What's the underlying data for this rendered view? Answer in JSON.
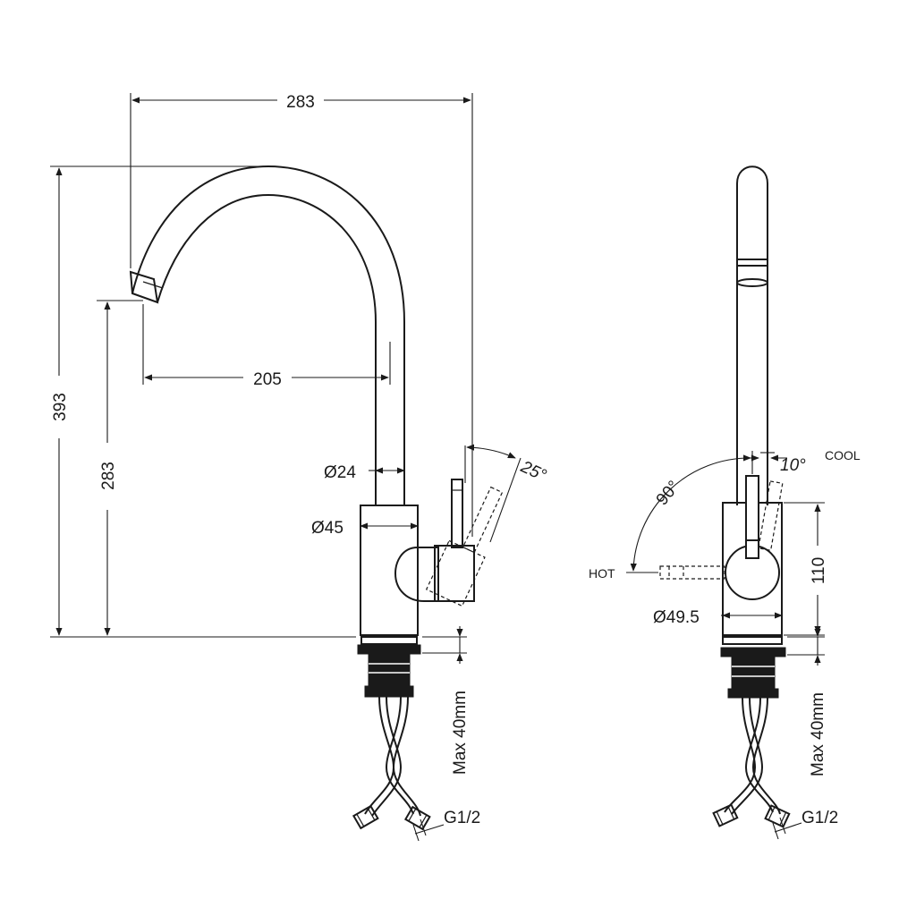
{
  "side_view": {
    "dim_overall_width": "283",
    "dim_overall_height": "393",
    "dim_spout_height": "283",
    "dim_spout_reach": "205",
    "dim_spout_diameter": "Ø24",
    "dim_body_diameter": "Ø45",
    "dim_lever_angle": "25°",
    "dim_max_mount": "Max 40mm",
    "dim_connection": "G1/2"
  },
  "front_view": {
    "label_cool": "COOL",
    "label_hot": "HOT",
    "dim_cool_angle": "10°",
    "dim_rotation_angle": "90°",
    "dim_body_height": "110",
    "dim_body_diameter": "Ø49.5",
    "dim_max_mount": "Max 40mm",
    "dim_connection": "G1/2"
  }
}
